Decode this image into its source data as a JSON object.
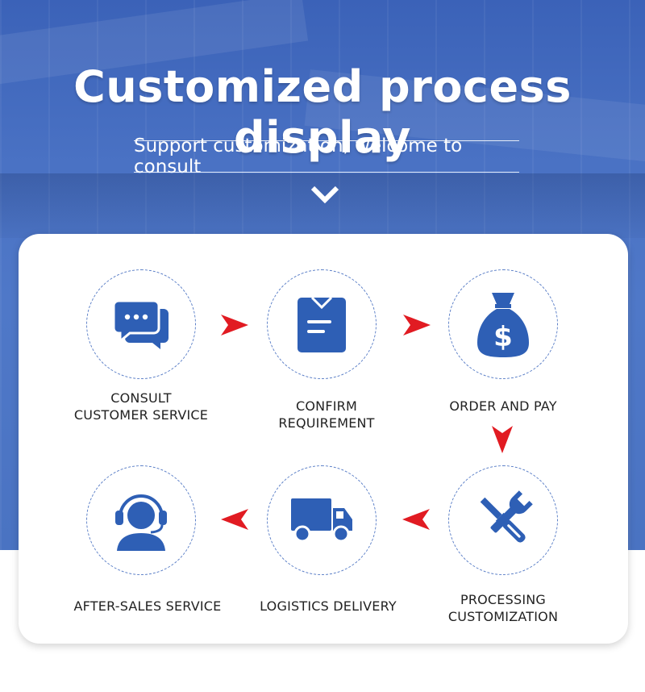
{
  "header": {
    "title": "Customized process display",
    "subtitle": "Support customization, welcome to consult"
  },
  "colors": {
    "banner_blue": "#4a72c4",
    "icon_blue": "#2e5fb5",
    "arrow_red": "#e11b22"
  },
  "steps": [
    {
      "label": "CONSULT\nCUSTOMER SERVICE",
      "icon": "chat-bubbles-icon"
    },
    {
      "label": "CONFIRM REQUIREMENT",
      "icon": "clipboard-icon"
    },
    {
      "label": "ORDER AND PAY",
      "icon": "money-bag-icon"
    },
    {
      "label": "PROCESSING\nCUSTOMIZATION",
      "icon": "tools-icon"
    },
    {
      "label": "LOGISTICS DELIVERY",
      "icon": "truck-icon"
    },
    {
      "label": "AFTER-SALES SERVICE",
      "icon": "headset-agent-icon"
    }
  ]
}
